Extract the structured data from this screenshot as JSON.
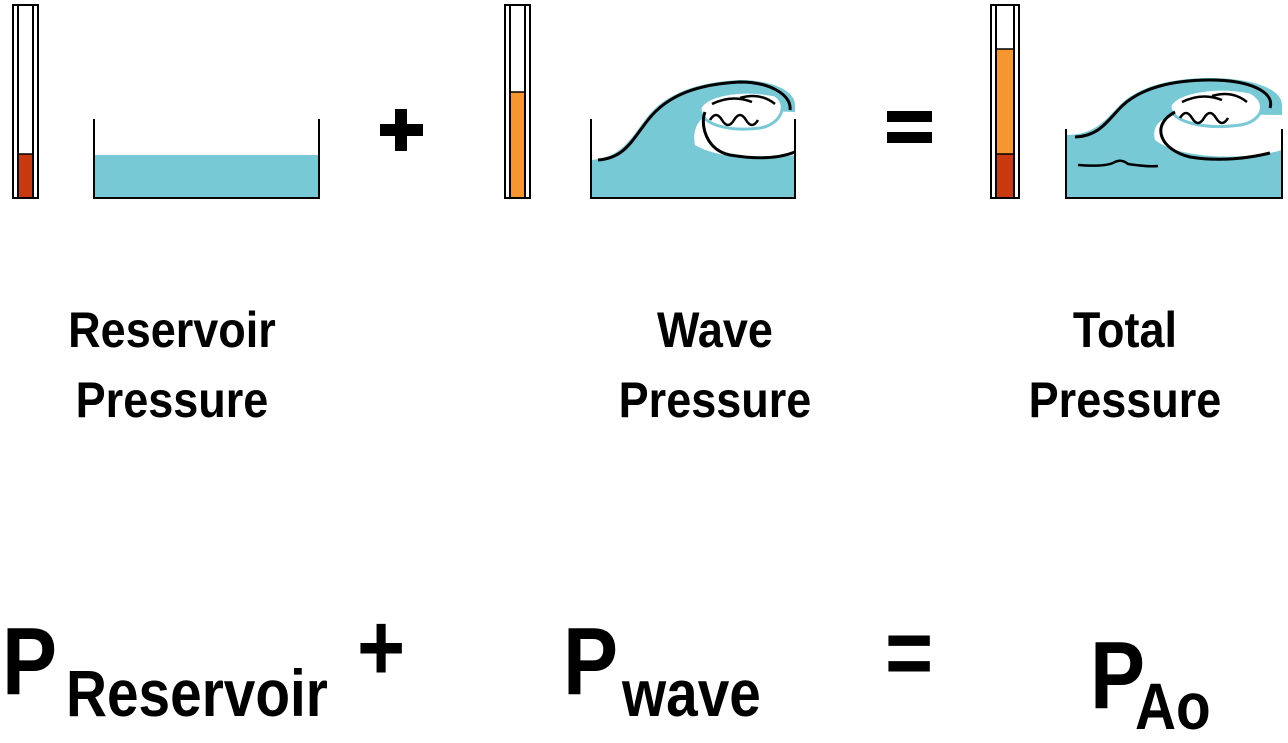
{
  "colors": {
    "reservoir_fill": "#c9380f",
    "wave_fill": "#f7962e",
    "water": "#78c9d6",
    "outline": "#000000"
  },
  "tubes": [
    {
      "name": "reservoir",
      "reservoir_level": 0.23,
      "wave_level": 0
    },
    {
      "name": "wave",
      "reservoir_level": 0,
      "wave_level": 0.56
    },
    {
      "name": "total",
      "reservoir_level": 0.23,
      "wave_level": 0.56
    }
  ],
  "operators": {
    "plus": "+",
    "equals": "="
  },
  "labels": {
    "reservoir": [
      "Reservoir",
      "Pressure"
    ],
    "wave": [
      "Wave",
      "Pressure"
    ],
    "total": [
      "Total",
      "Pressure"
    ]
  },
  "equation": {
    "p1": "P",
    "p1_sub": "Reservoir",
    "plus": "+",
    "p2": "P",
    "p2_sub": "wave",
    "equals": "=",
    "p3": "P",
    "p3_sub": "Ao"
  }
}
